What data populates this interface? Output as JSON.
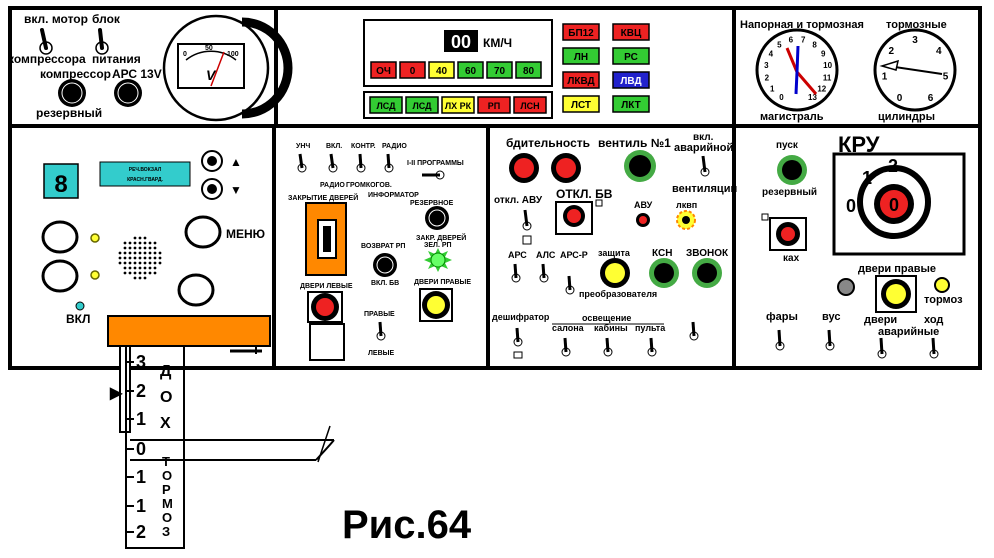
{
  "figure_caption": "Рис.64",
  "panel1": {
    "toggle_motor_label": "вкл. мотор",
    "toggle_motor_label2": "компрессора",
    "toggle_block_label": "блок",
    "toggle_block_label2": "питания",
    "button_compressor_label": "компрессор",
    "button_compressor_label2": "резервный",
    "button_ars_label": "АРС 13V",
    "voltmeter_symbol": "V",
    "voltmeter_ticks": [
      "0",
      "50",
      "100"
    ]
  },
  "panel2": {
    "speed_value": "00",
    "speed_unit": "КМ/Ч",
    "speed_lamps": [
      "ОЧ",
      "0",
      "40",
      "60",
      "70",
      "80"
    ],
    "bottom_lamps": [
      "ЛСД",
      "ЛСД",
      "ЛХ РК",
      "РП",
      "ЛСН"
    ],
    "side_lamps": [
      "БП12",
      "КВЦ",
      "ЛН",
      "РС",
      "ЛКВД",
      "ЛВД",
      "ЛСТ",
      "ЛКТ"
    ]
  },
  "panel3": {
    "left_gauge_title": "Напорная и тормозная",
    "left_gauge_caption": "магистраль",
    "left_gauge_ticks": [
      "0",
      "1",
      "2",
      "3",
      "4",
      "5",
      "6",
      "7",
      "8",
      "9",
      "10",
      "11",
      "12",
      "13"
    ],
    "right_gauge_title": "тормозные",
    "right_gauge_caption": "цилиндры",
    "right_gauge_ticks": [
      "0",
      "1",
      "2",
      "3",
      "4",
      "5",
      "6"
    ]
  },
  "panel4": {
    "display_digit": "8",
    "lcd_line1": "РЕЧ.ВОКЗАЛ",
    "lcd_line2": "КРАСН.ГВАРД.",
    "arrow_up": "▲",
    "arrow_down": "▼",
    "menu_label": "МЕНЮ",
    "vkl_label": "ВКЛ"
  },
  "panel5": {
    "toggle_labels": [
      "УНЧ",
      "ВКЛ.",
      "КОНТР.",
      "РАДИО"
    ],
    "under_labels": [
      "РАДИО",
      "ГРОМКОГОВ.",
      "ИНФОРМАТОР"
    ],
    "program_label": "I-II ПРОГРАММЫ",
    "door_close_label": "ЗАКРЫТИЕ ДВЕРЕЙ",
    "reserve_label": "РЕЗЕРВНОЕ",
    "reserve_label2": "ЗАКР. ДВЕРЕЙ",
    "vozvrat_label": "ВОЗВРАТ РП",
    "vozvrat_label2": "ВКЛ. БВ",
    "zel_rp_label": "ЗЕЛ. РП",
    "doors_right_label": "ДВЕРИ ПРАВЫЕ",
    "doors_left_label": "ДВЕРИ ЛЕВЫЕ",
    "right_label": "ПРАВЫЕ",
    "left_label": "ЛЕВЫЕ"
  },
  "panel6": {
    "bditelnost_label": "бдительность",
    "ventil_label": "вентиль №1",
    "avar_vent_label1": "вкл.",
    "avar_vent_label2": "аварийной",
    "avar_vent_label3": "вентиляции",
    "otkl_avu_label": "откл.  АВУ",
    "otkl_bv_label": "ОТКЛ. БВ",
    "avu_label": "АВУ",
    "lkvp_label": "лквп",
    "ars_label": "АРС",
    "als_label": "АЛС",
    "arsr_label": "АРС-Р",
    "zashchita_label": "защита",
    "preobr_label": "преобразователя",
    "ksn_label": "КСН",
    "zvonok_label": "ЗВОНОК",
    "deshifr_label": "дешифратор",
    "osveshchenie_label": "освещение",
    "salona_label": "салона",
    "kabiny_label": "кабины",
    "pulta_label": "пульта"
  },
  "panel7": {
    "kru_label": "КРУ",
    "pusk_label": "пуск",
    "pusk_label2": "резервный",
    "kru_ticks": [
      "0",
      "1",
      "2"
    ],
    "kru_value": "0",
    "kah_label": "ках",
    "doors_right_label": "двери правые",
    "tormoz_label": "тормоз",
    "fary_label": "фары",
    "vus_label": "вус",
    "dveri_label": "двери",
    "hod_label": "ход",
    "avariynye_label": "аварийные"
  },
  "controller": {
    "positions": [
      "3",
      "2",
      "1",
      "0",
      "1",
      "1",
      "2"
    ],
    "drive_letters": [
      "Х",
      "О",
      "Д"
    ],
    "brake_letters": [
      "Т",
      "О",
      "Р",
      "М",
      "О",
      "З"
    ],
    "pointer": "▶"
  }
}
